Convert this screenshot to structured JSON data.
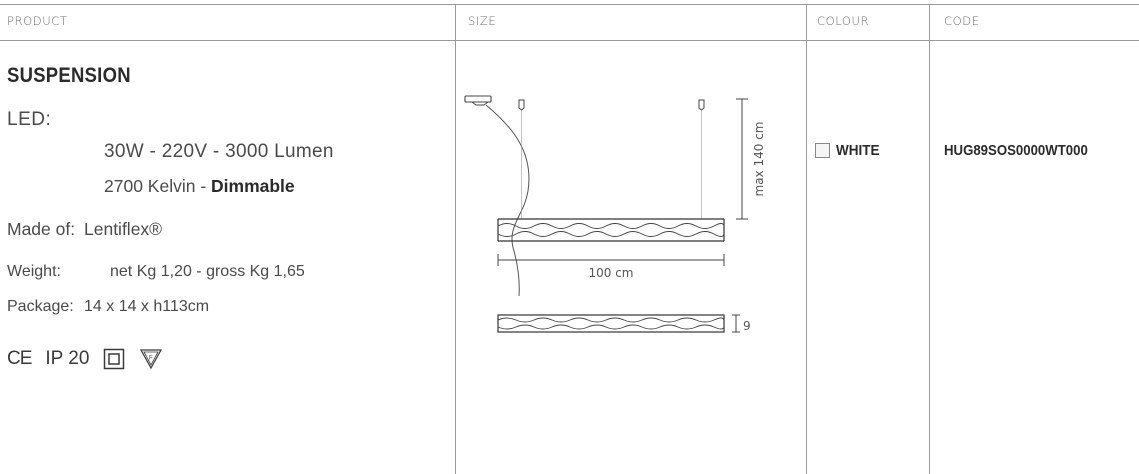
{
  "headers": {
    "product": "PRODUCT",
    "size": "SIZE",
    "colour": "COLOUR",
    "code": "CODE"
  },
  "product": {
    "name": "SUSPENSION",
    "led_label": "LED:",
    "led_specs": "30W - 220V - 3000 Lumen",
    "kelvin": "2700 Kelvin - ",
    "dimmable": "Dimmable",
    "made_of_label": "Made of:",
    "made_of_value": "Lentiflex®",
    "weight_label": "Weight:",
    "weight_value": "net Kg 1,20  -  gross Kg 1,65",
    "package_label": "Package:",
    "package_value": "14 x 14 x h113cm",
    "certifications": {
      "ce": "CE",
      "ip": "IP 20",
      "icons": [
        "class-ii-double-insulation-icon",
        "f-mark-triangle-icon"
      ]
    }
  },
  "size": {
    "height_label": "max 140 cm",
    "width_label": "100 cm",
    "depth_label": "9"
  },
  "colour": {
    "name": "WHITE",
    "swatch": "#f5f5f5"
  },
  "code": {
    "value": "HUG89SOS0000WT000"
  }
}
